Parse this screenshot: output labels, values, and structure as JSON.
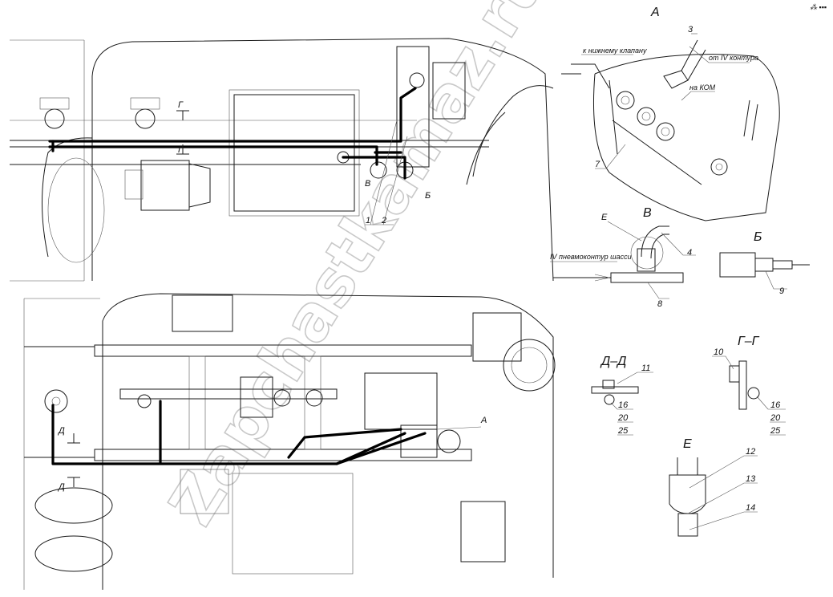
{
  "watermark": "Zapchastkamaz.ru",
  "corner_mark": "⁂ ▪▪▪",
  "views": {
    "A": {
      "title": "А",
      "to_lower_valve": "к нижнему клапану",
      "from_circuit": "от IV контура",
      "to_pto": "на КОМ"
    },
    "V": {
      "title": "В",
      "circuit_label": "IV пневмоконтур шасси"
    },
    "B": {
      "title": "Б"
    },
    "DD": {
      "title": "Д–Д"
    },
    "GG": {
      "title": "Г–Г"
    },
    "E": {
      "title": "Е"
    }
  },
  "section_markers": {
    "G": "Г",
    "D": "Д",
    "A": "А",
    "B": "Б",
    "V": "В",
    "E": "Е"
  },
  "callouts": {
    "c1": "1",
    "c2": "2",
    "c3": "3",
    "c4": "4",
    "c7": "7",
    "c8": "8",
    "c9": "9",
    "c10": "10",
    "c11": "11",
    "c12": "12",
    "c13": "13",
    "c14": "14",
    "c16": "16",
    "c20": "20",
    "c25": "25"
  }
}
